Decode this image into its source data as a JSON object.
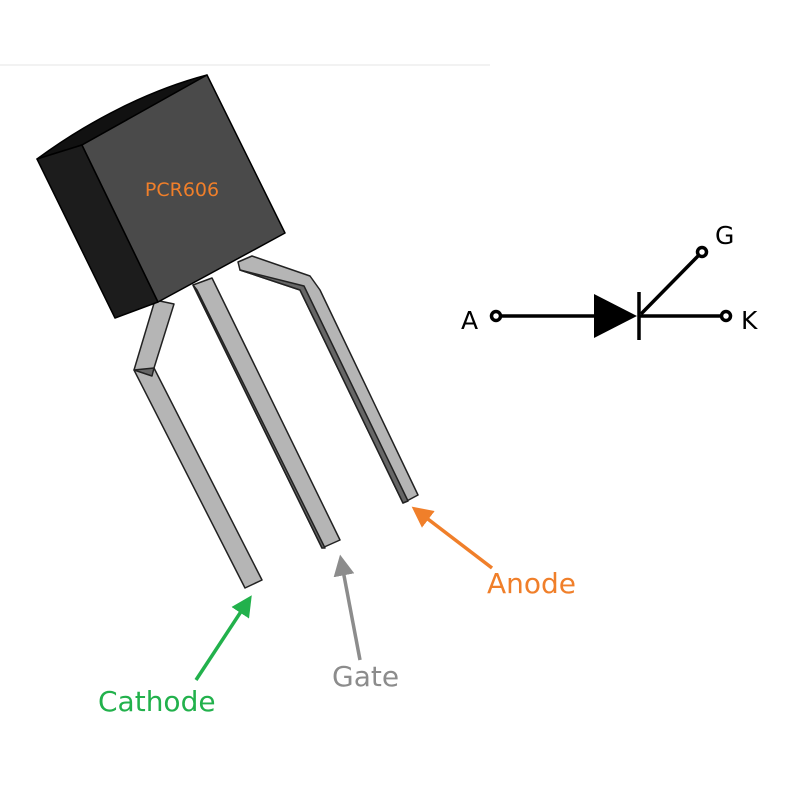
{
  "component": {
    "part_number": "PCR606",
    "body_color": "#4a4a4a",
    "label_color": "#f07f2a"
  },
  "pins": {
    "cathode": {
      "label": "Cathode",
      "color": "#22b14c"
    },
    "gate": {
      "label": "Gate",
      "color": "#8c8c8c"
    },
    "anode": {
      "label": "Anode",
      "color": "#f07f2a"
    }
  },
  "symbol": {
    "anode_terminal": "A",
    "cathode_terminal": "K",
    "gate_terminal": "G"
  }
}
